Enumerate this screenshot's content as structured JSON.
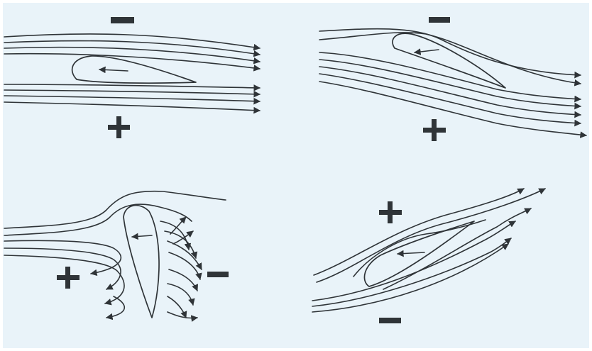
{
  "figure": {
    "panels": [
      {
        "name": "panel-top-left",
        "upper_sign": "−",
        "lower_sign": "+",
        "flow_arrow_icon": "arrow-left-icon"
      },
      {
        "name": "panel-top-right",
        "upper_sign": "−",
        "lower_sign": "+",
        "flow_arrow_icon": "arrow-left-icon"
      },
      {
        "name": "panel-bottom-left",
        "left_sign": "+",
        "right_sign": "−",
        "flow_arrow_icon": "arrow-left-icon"
      },
      {
        "name": "panel-bottom-right",
        "upper_sign": "+",
        "lower_sign": "−",
        "flow_arrow_icon": "arrow-left-icon"
      }
    ],
    "colors": {
      "background": "#e9f3f9",
      "ink": "#2f3438"
    }
  }
}
